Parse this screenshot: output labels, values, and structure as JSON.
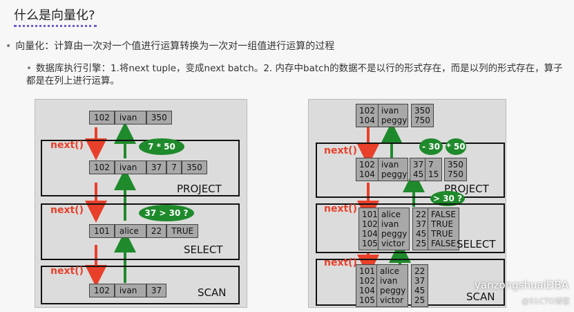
{
  "title": "什么是向量化?",
  "bullet1": "向量化：计算由一次对一个值进行运算转换为一次对一组值进行运算的过程",
  "bullet2": "数据库执行引擎：1.将next tuple，变成next batch。2. 内存中batch的数据不是以行的形式存在，而是以列的形式存在，算子都是在列上进行运算。",
  "next_label": "next()",
  "left": {
    "top_row": [
      "102",
      "ivan",
      "350"
    ],
    "project": {
      "label": "PROJECT",
      "op": "7 * 50",
      "row": [
        "102",
        "ivan",
        "37",
        "7",
        "350"
      ]
    },
    "select": {
      "label": "SELECT",
      "op": "37 > 30 ?",
      "row": [
        "101",
        "alice",
        "22",
        "TRUE"
      ]
    },
    "scan": {
      "label": "SCAN",
      "row": [
        "102",
        "ivan",
        "37"
      ]
    }
  },
  "right": {
    "top_cols": [
      "102\n104",
      "ivan\npeggy",
      "350\n750"
    ],
    "project": {
      "label": "PROJECT",
      "op1": "- 30",
      "op2": "* 50",
      "cols": [
        "102\n104",
        "ivan\npeggy",
        "37\n45",
        "7\n15",
        "350\n750"
      ]
    },
    "select": {
      "label": "SELECT",
      "op": "> 30 ?",
      "cols": [
        "101\n102\n104\n105",
        "alice\nivan\npeggy\nvictor",
        "22\n37\n45\n25",
        "FALSE\nTRUE\nTRUE\nFALSE"
      ]
    },
    "scan": {
      "label": "SCAN",
      "cols": [
        "101\n102\n104\n105",
        "alice\nivan\npeggy\nvictor",
        "22\n37\n45\n25"
      ]
    }
  },
  "watermark": "yanzongshuaiDBA",
  "watermark2": "@51CTO博客"
}
